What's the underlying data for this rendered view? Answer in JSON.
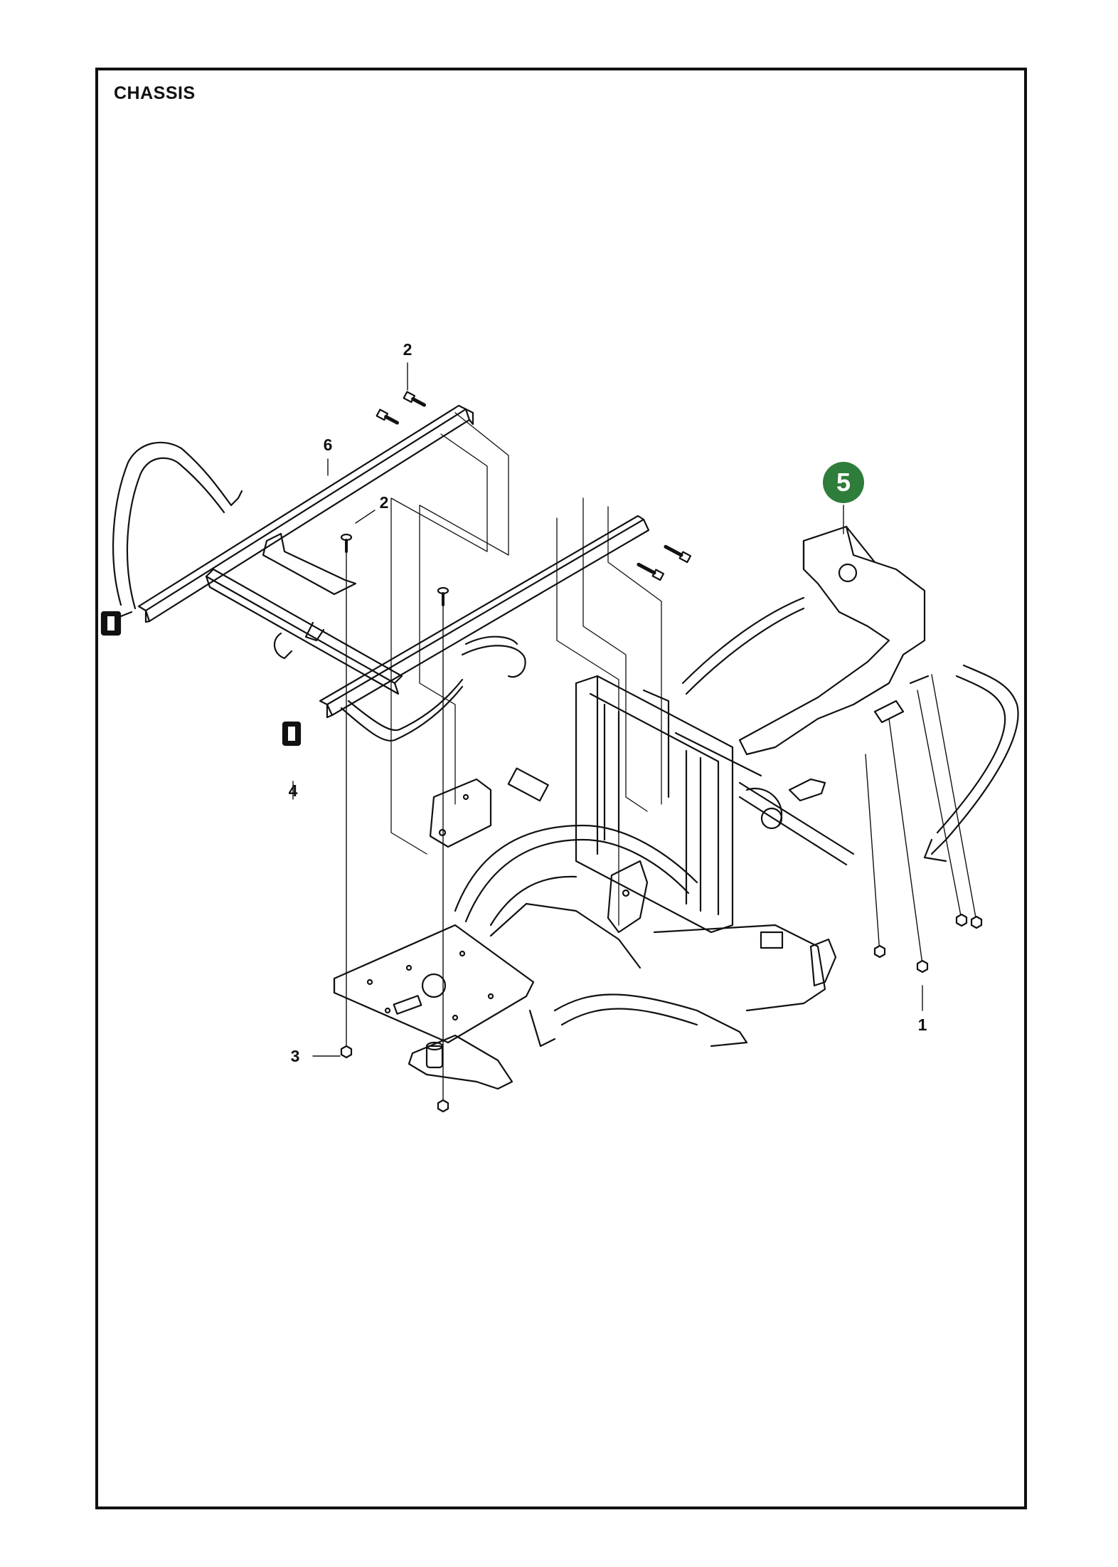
{
  "title": "CHASSIS",
  "colors": {
    "highlight": "#2e7d3a",
    "line": "#111111",
    "background": "#ffffff"
  },
  "highlighted_part": "5",
  "callouts": [
    "2",
    "6",
    "2",
    "4",
    "3",
    "1"
  ]
}
